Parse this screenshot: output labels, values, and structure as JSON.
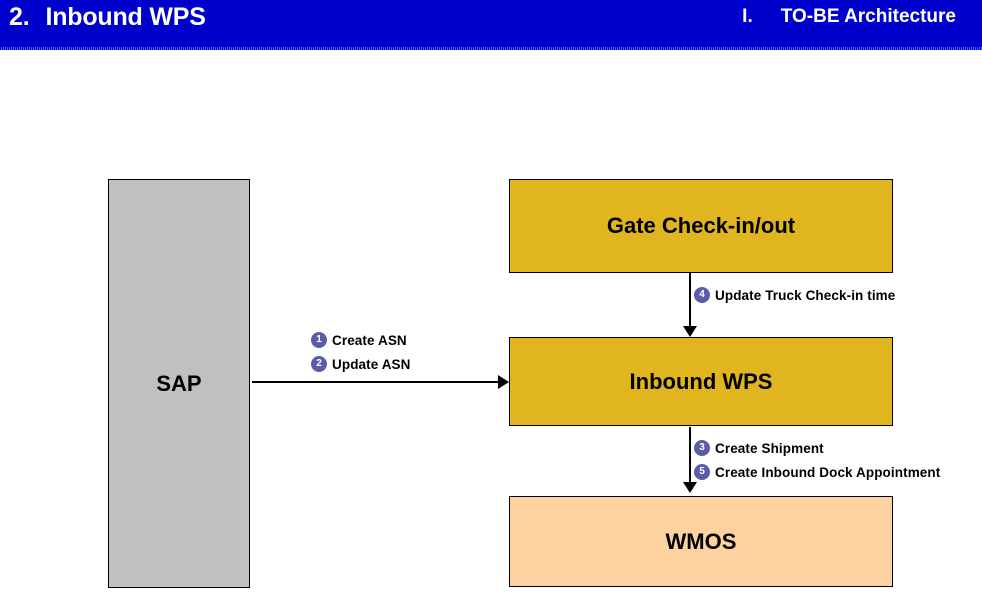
{
  "header": {
    "left_number": "2.",
    "left_title": "Inbound WPS",
    "right_number": "I.",
    "right_title": "TO-BE Architecture",
    "bar_color": "#0000CC",
    "text_color": "#FFFFFF"
  },
  "diagram": {
    "nodes": [
      {
        "id": "sap",
        "label": "SAP",
        "color": "#C0C0C0"
      },
      {
        "id": "gate",
        "label": "Gate Check-in/out",
        "color": "#E0B520"
      },
      {
        "id": "inbound",
        "label": "Inbound WPS",
        "color": "#E0B520"
      },
      {
        "id": "wmos",
        "label": "WMOS",
        "color": "#FCD2A1"
      }
    ],
    "badge_color": "#5B5EA6",
    "flows": [
      {
        "from": "sap",
        "to": "inbound",
        "direction": "right",
        "steps": [
          {
            "number": "1",
            "label": "Create ASN"
          },
          {
            "number": "2",
            "label": "Update ASN"
          }
        ]
      },
      {
        "from": "gate",
        "to": "inbound",
        "direction": "down",
        "steps": [
          {
            "number": "4",
            "label": "Update Truck Check-in time"
          }
        ]
      },
      {
        "from": "inbound",
        "to": "wmos",
        "direction": "down",
        "steps": [
          {
            "number": "3",
            "label": "Create Shipment"
          },
          {
            "number": "5",
            "label": "Create Inbound Dock Appointment"
          }
        ]
      }
    ]
  }
}
